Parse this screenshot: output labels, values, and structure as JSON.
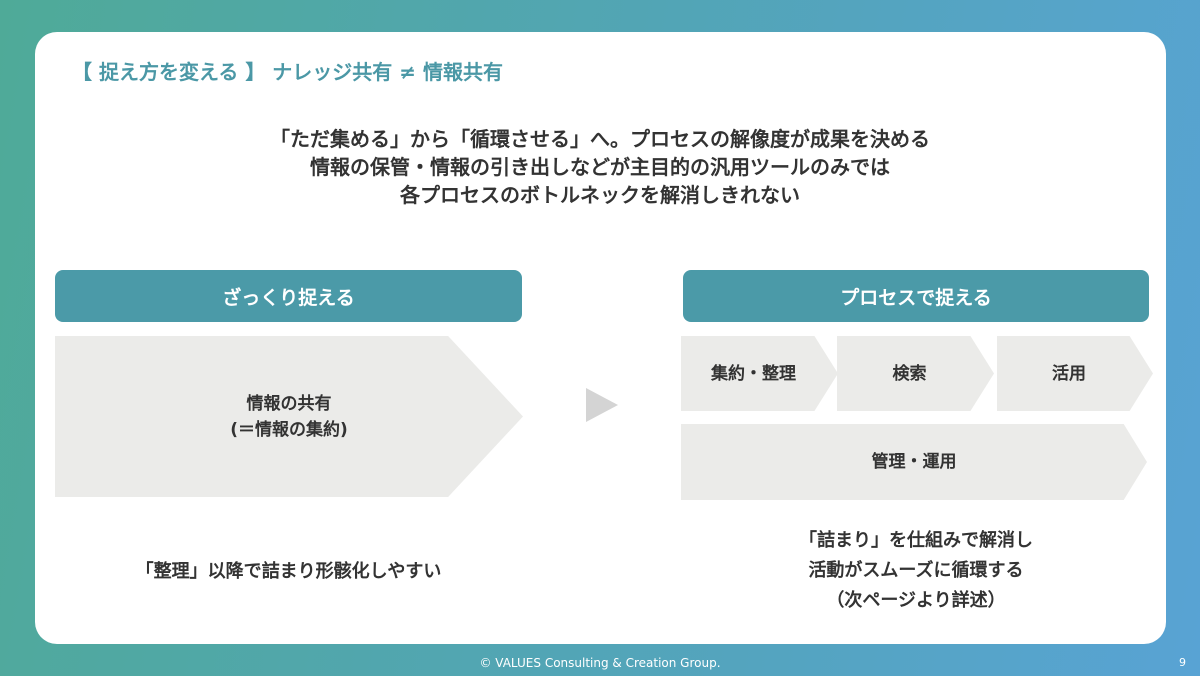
{
  "title": "【 捉え方を変える 】 ナレッジ共有 ≠ 情報共有",
  "lead": [
    "「ただ集める」から「循環させる」へ。プロセスの解像度が成果を決める",
    "情報の保管・情報の引き出しなどが主目的の汎用ツールのみでは",
    "各プロセスのボトルネックを解消しきれない"
  ],
  "left": {
    "header": "ざっくり捉える",
    "box": [
      "情報の共有",
      "(＝情報の集約)"
    ],
    "note": "「整理」以降で詰まり形骸化しやすい"
  },
  "right": {
    "header": "プロセスで捉える",
    "steps": [
      "集約・整理",
      "検索",
      "活用"
    ],
    "bottom": "管理・運用",
    "note": [
      "「詰まり」を仕組みで解消し",
      "活動がスムーズに循環する",
      "（次ページより詳述）"
    ]
  },
  "footer": "© VALUES Consulting & Creation Group.",
  "page": "9"
}
